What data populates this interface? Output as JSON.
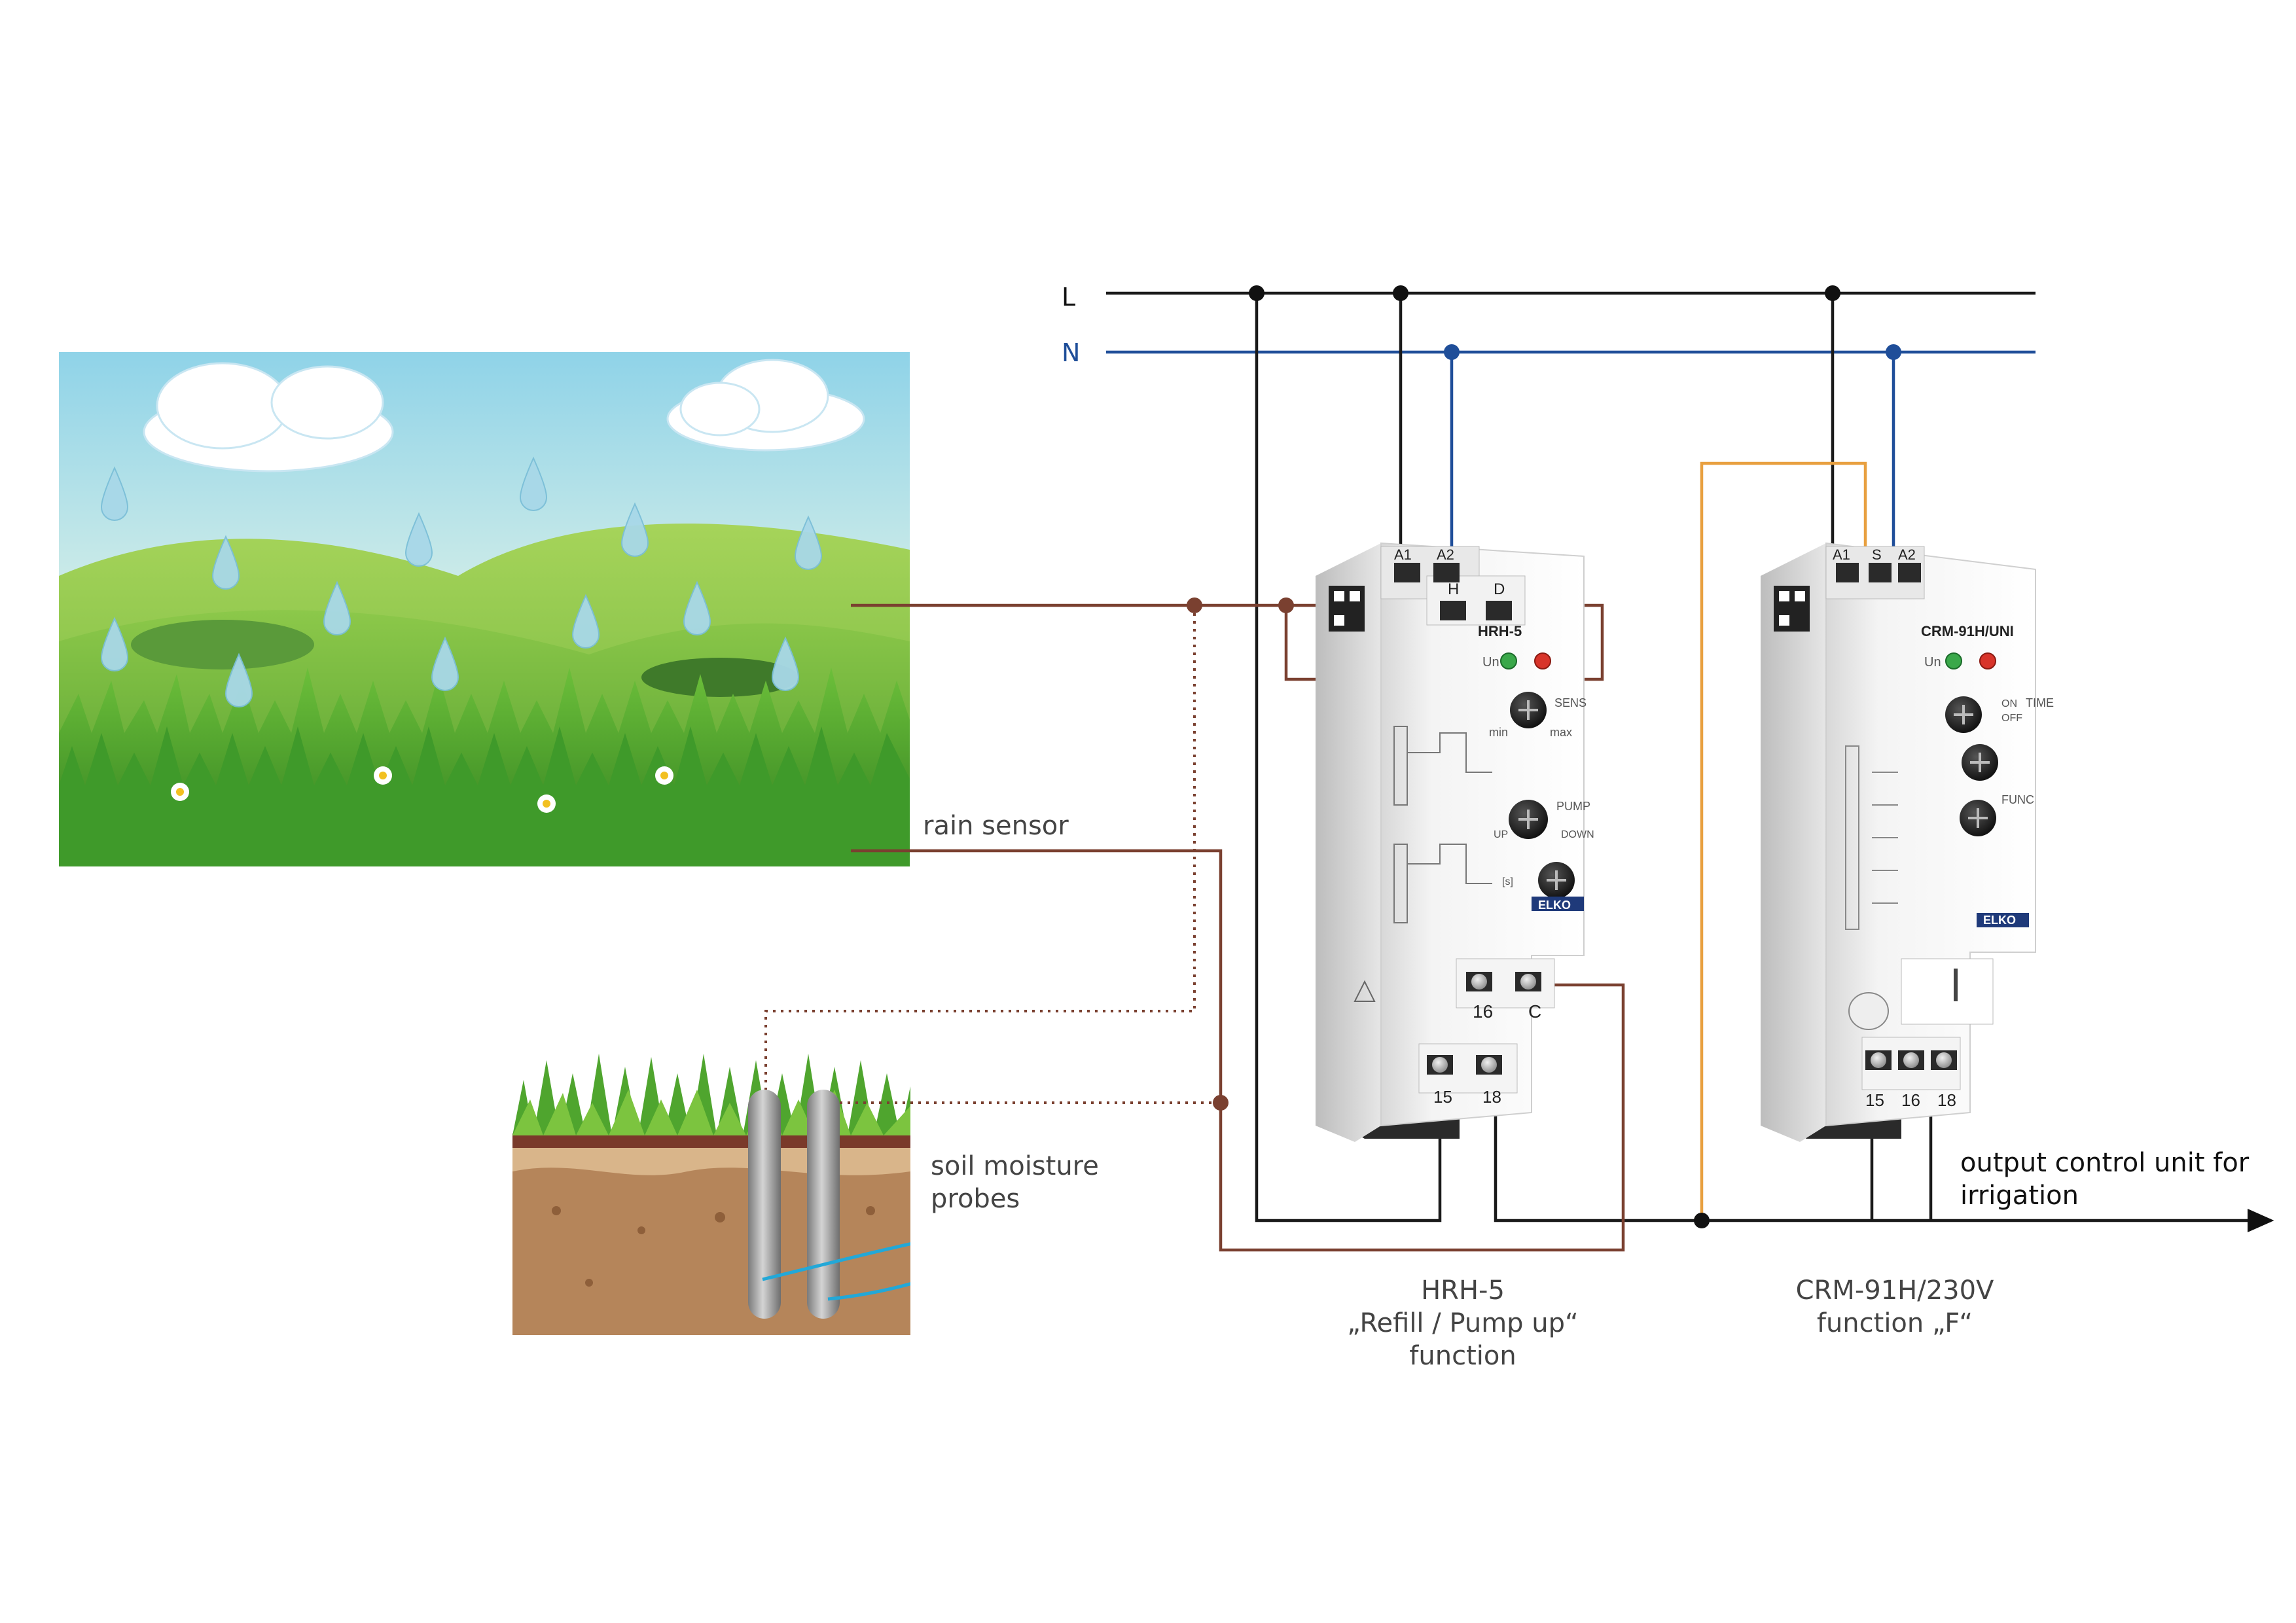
{
  "lines": {
    "l_label": "L",
    "n_label": "N",
    "colors": {
      "l": "#1a1a1a",
      "n": "#1f4e99",
      "brown": "#7a4030",
      "orange": "#e8a040"
    }
  },
  "scene": {
    "rain_sensor_label": "rain sensor",
    "soil_label_line1": "soil moisture",
    "soil_label_line2": "probes"
  },
  "hrh5": {
    "model": "HRH-5",
    "terminal_a1": "A1",
    "terminal_a2": "A2",
    "terminal_h": "H",
    "terminal_d": "D",
    "terminal_16": "16",
    "terminal_c": "C",
    "terminal_15": "15",
    "terminal_18": "18",
    "led_un": "Un",
    "knob_sens": "SENS",
    "knob_min": "min",
    "knob_max": "max",
    "knob_pump": "PUMP",
    "knob_up": "UP",
    "knob_down": "DOWN",
    "knob_s": "[s]",
    "brand": "ELKO",
    "caption_line1": "HRH-5",
    "caption_line2": "„Refill / Pump up“",
    "caption_line3": "function"
  },
  "crm91": {
    "model": "CRM-91H/UNI",
    "terminal_a1": "A1",
    "terminal_s": "S",
    "terminal_a2": "A2",
    "terminal_15": "15",
    "terminal_16": "16",
    "terminal_18": "18",
    "led_un": "Un",
    "knob_time": "TIME",
    "knob_func": "FUNC",
    "knob_on": "ON",
    "knob_off": "OFF",
    "brand": "ELKO",
    "caption_line1": "CRM-91H/230V",
    "caption_line2": "function „F“"
  },
  "output": {
    "label_line1": "output control unit for",
    "label_line2": "irrigation"
  }
}
